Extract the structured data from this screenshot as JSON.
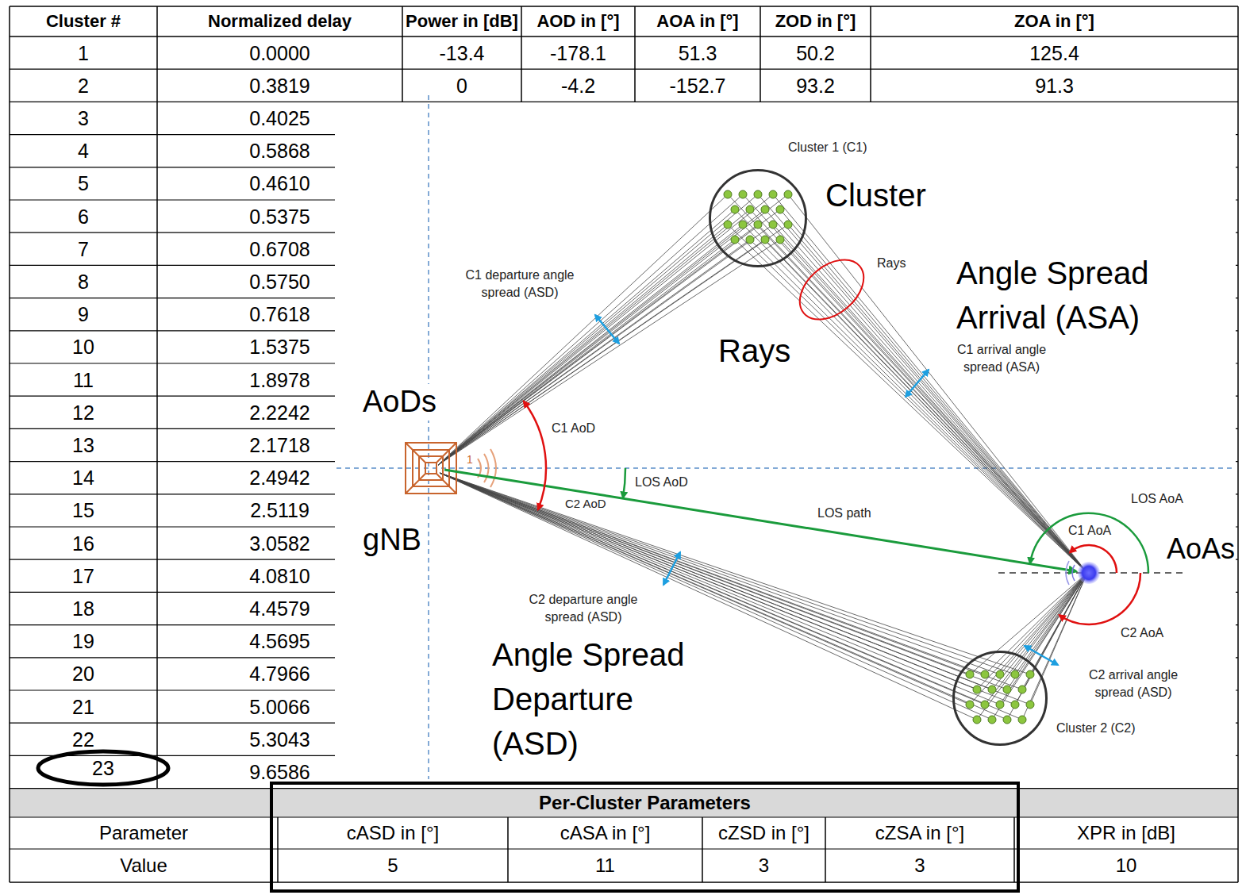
{
  "diagram": {
    "nodes": [
      {
        "text": [
          "Cluster 1 (C1)"
        ]
      },
      {
        "text": [
          "Cluster 2 (C2)"
        ]
      },
      {
        "text": [
          "23"
        ]
      },
      {
        "text": [
          "Per-Cluster Parameters"
        ]
      }
    ],
    "labels": [
      "Cluster #",
      "Normalized delay",
      "Power in [dB]",
      "AOD in [°]",
      "AOA in [°]",
      "ZOD in [°]",
      "ZOA in [°]",
      "1",
      "0.0000",
      "-13.4",
      "-178.1",
      "51.3",
      "50.2",
      "125.4",
      "2",
      "0.3819",
      "0",
      "-4.2",
      "-152.7",
      "93.2",
      "91.3",
      "3",
      "0.4025",
      "4",
      "0.5868",
      "5",
      "0.4610",
      "6",
      "0.5375",
      "7",
      "0.6708",
      "8",
      "0.5750",
      "9",
      "0.7618",
      "10",
      "1.5375",
      "11",
      "1.8978",
      "12",
      "2.2242",
      "13",
      "2.1718",
      "14",
      "2.4942",
      "15",
      "2.5119",
      "16",
      "3.0582",
      "17",
      "4.0810",
      "18",
      "4.4579",
      "19",
      "4.5695",
      "20",
      "4.7966",
      "21",
      "5.0066",
      "22",
      "5.3043",
      "9.6586",
      "AoDs",
      "gNB",
      "1",
      "Cluster",
      "Rays",
      "Angle Spread Arrival (ASA)",
      "C1 departure angle spread (ASD)",
      "Rays",
      "C1 arrival angle spread (ASA)",
      "C1 AoD",
      "LOS AoD",
      "C2 AoD",
      "LOS path",
      "LOS AoA",
      "C1 AoA",
      "AoAs",
      "C2 departure angle spread (ASD)",
      "C2 AoA",
      "Angle Spread Departure (ASD)",
      "C2 arrival angle spread (ASD)",
      "Parameter",
      "cASD in [°]",
      "cASA in [°]",
      "cZSD in [°]",
      "cZSA in [°]",
      "XPR in [dB]",
      "Value",
      "5",
      "11",
      "3",
      "3",
      "10"
    ]
  }
}
